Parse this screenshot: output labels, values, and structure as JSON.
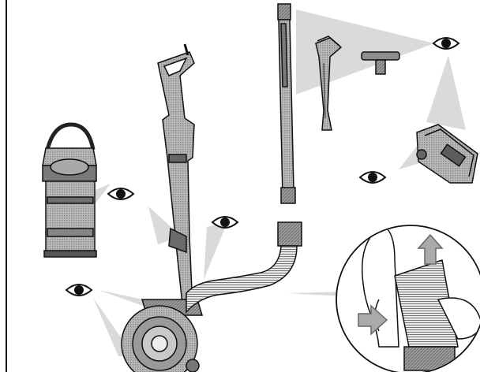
{
  "diagram": {
    "kind": "vacuum-cleaner-inspection-points",
    "parts": [
      "bin-cyclone-assembly",
      "main-body-with-handle",
      "wand",
      "crevice-tool",
      "stair-tool",
      "cleaner-head",
      "hose",
      "ball-wheel",
      "hose-inlet-detail"
    ],
    "inspection_icons": [
      "eye-icon"
    ],
    "detail_icons": [
      "push-arrow-icon"
    ],
    "colors": {
      "line": "#1a1a1a",
      "mid_gray": "#9a9a9a",
      "dark_gray": "#6e6e6e",
      "light_gray": "#c8c8c8",
      "background": "#ffffff"
    }
  }
}
